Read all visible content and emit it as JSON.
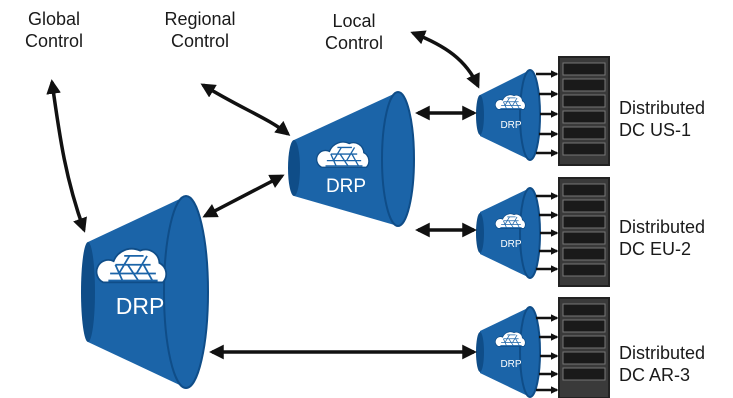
{
  "labels": {
    "global_line1": "Global",
    "global_line2": "Control",
    "regional_line1": "Regional",
    "regional_line2": "Control",
    "local_line1": "Local",
    "local_line2": "Control"
  },
  "nodes": {
    "global": "DRP",
    "regional": "DRP",
    "local_us": "DRP",
    "local_eu": "DRP",
    "local_ar": "DRP"
  },
  "datacenters": [
    {
      "line1": "Distributed",
      "line2": "DC US-1"
    },
    {
      "line1": "Distributed",
      "line2": "DC EU-2"
    },
    {
      "line1": "Distributed",
      "line2": "DC AR-3"
    }
  ],
  "colors": {
    "drp_blue": "#1b64a8",
    "drp_dark": "#0f4d88",
    "rack": "#3a3a3a",
    "arrow": "#111111"
  }
}
